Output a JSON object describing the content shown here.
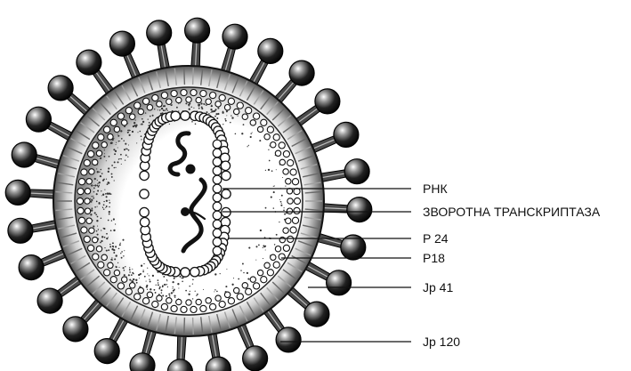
{
  "diagram": {
    "labels": [
      {
        "id": "rnk",
        "text": "РНК"
      },
      {
        "id": "rt",
        "text": "ЗВОРОТНА ТРАНСКРИПТАЗА"
      },
      {
        "id": "p24",
        "text": "P 24"
      },
      {
        "id": "p18",
        "text": "P18"
      },
      {
        "id": "gp41",
        "text": "Jp 41"
      },
      {
        "id": "gp120",
        "text": "Jp 120"
      }
    ],
    "colors": {
      "ink": "#111111",
      "paper": "#ffffff",
      "stipple": "#333333"
    },
    "icons": [
      "virus-particle",
      "glycoprotein-spike",
      "rna-strand",
      "capsid"
    ]
  }
}
